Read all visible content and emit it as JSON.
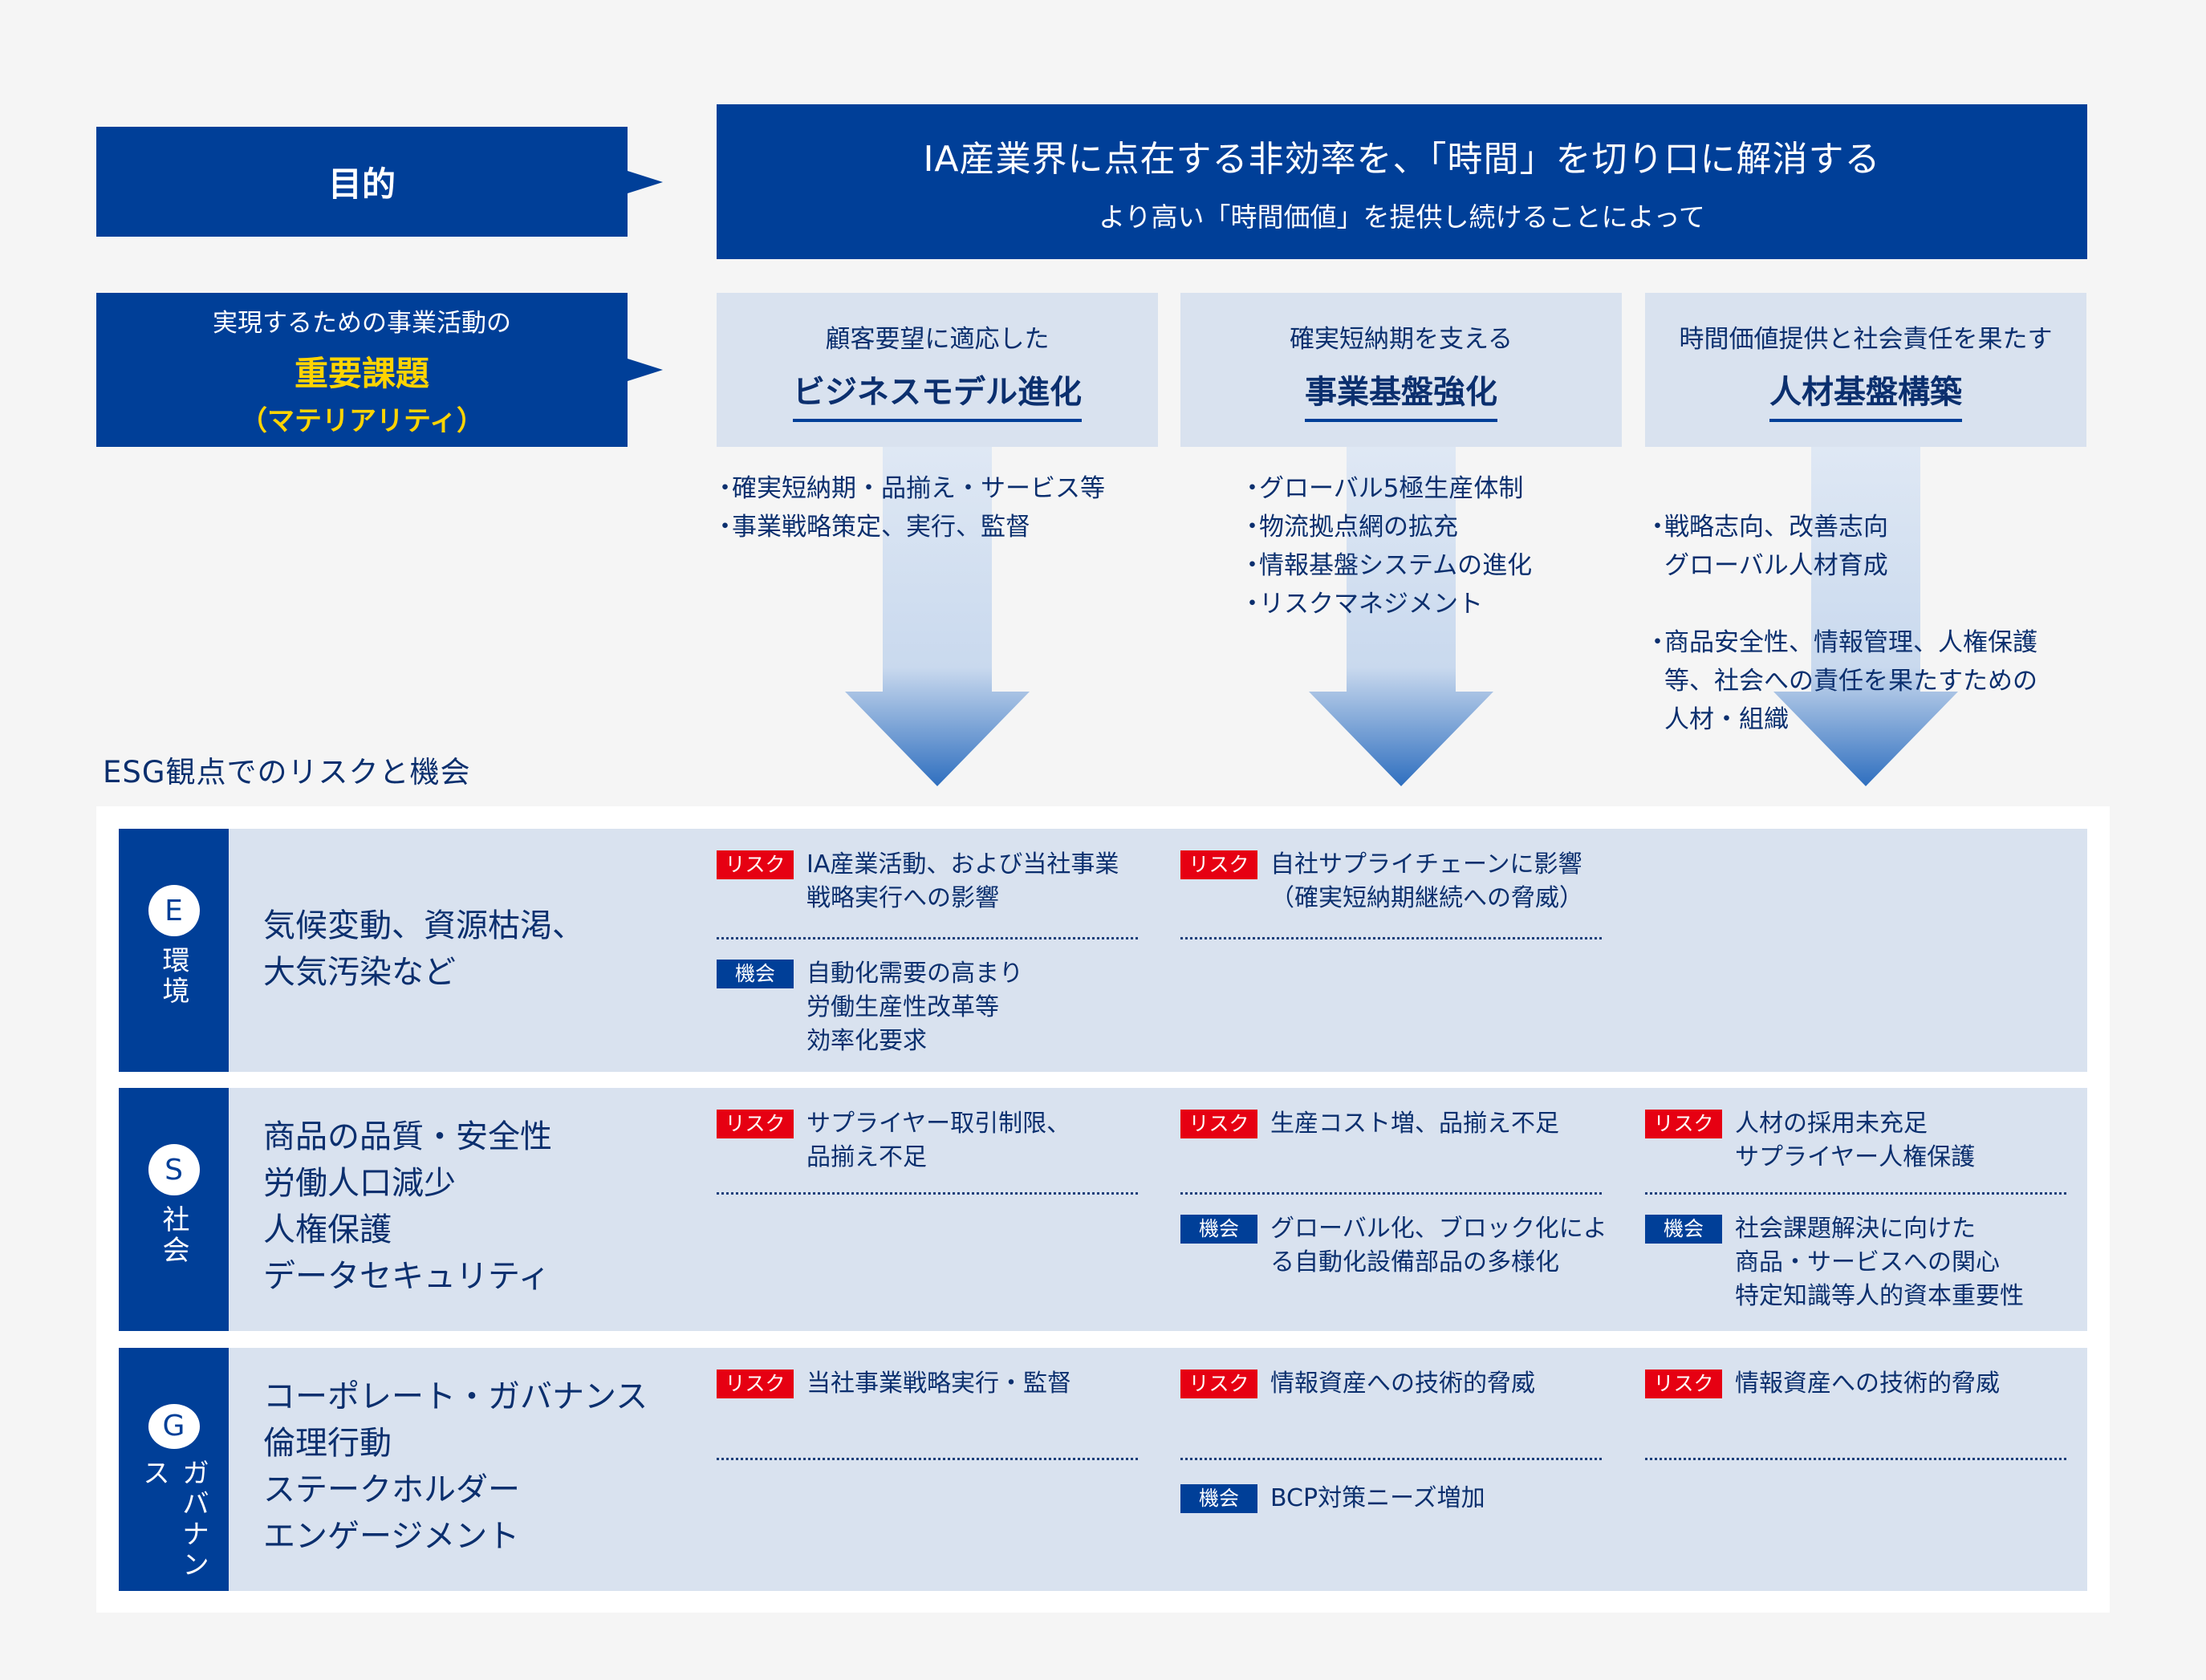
{
  "purpose": {
    "label": "目的",
    "main": "IA産業界に点在する非効率を、「時間」を切り口に解消する",
    "sub": "より高い「時間価値」を提供し続けることによって"
  },
  "materiality": {
    "label_line1": "実現するための事業活動の",
    "label_line2": "重要課題",
    "label_line3": "（マテリアリティ）",
    "columns": [
      {
        "sub": "顧客要望に適応した",
        "title": "ビジネスモデル進化",
        "bullets": [
          "確実短納期・品揃え・サービス等",
          "事業戦略策定、実行、監督"
        ]
      },
      {
        "sub": "確実短納期を支える",
        "title": "事業基盤強化",
        "bullets": [
          "グローバル5極生産体制",
          "物流拠点網の拡充",
          "情報基盤システムの進化",
          "リスクマネジメント"
        ]
      },
      {
        "sub": "時間価値提供と社会責任を果たす",
        "title": "人材基盤構築",
        "bullets": [
          "戦略志向、改善志向\nグローバル人材育成",
          "商品安全性、情報管理、人権保護\n等、社会への責任を果たすための\n人材・組織"
        ]
      }
    ]
  },
  "esg": {
    "heading": "ESG観点でのリスクと機会",
    "tags": {
      "risk": "リスク",
      "opportunity": "機会"
    },
    "colors": {
      "navy": "#003f98",
      "risk_red": "#e60012",
      "light_blue": "#d9e2ef",
      "text": "#0b2f6e"
    },
    "rows": [
      {
        "letter": "E",
        "name": "環境",
        "topics": [
          "気候変動、資源枯渇、",
          "大気汚染など"
        ],
        "col1": {
          "risk": "IA産業活動、および当社事業\n戦略実行への影響",
          "opportunity": "自動化需要の高まり\n労働生産性改革等\n効率化要求"
        },
        "col2": {
          "risk": "自社サプライチェーンに影響\n（確実短納期継続への脅威）"
        }
      },
      {
        "letter": "S",
        "name": "社会",
        "topics": [
          "商品の品質・安全性",
          "労働人口減少",
          "人権保護",
          "データセキュリティ"
        ],
        "col1": {
          "risk": "サプライヤー取引制限、\n品揃え不足"
        },
        "col2": {
          "risk": "生産コスト増、品揃え不足",
          "opportunity": "グローバル化、ブロック化によ\nる自動化設備部品の多様化"
        },
        "col3": {
          "risk": "人材の採用未充足\nサプライヤー人権保護",
          "opportunity": "社会課題解決に向けた\n商品・サービスへの関心\n特定知識等人的資本重要性"
        }
      },
      {
        "letter": "G",
        "name": "ガバナンス",
        "topics": [
          "コーポレート・ガバナンス",
          "倫理行動",
          "ステークホルダー",
          "エンゲージメント"
        ],
        "col1": {
          "risk": "当社事業戦略実行・監督"
        },
        "col2": {
          "risk": "情報資産への技術的脅威",
          "opportunity": "BCP対策ニーズ増加"
        },
        "col3": {
          "risk": "情報資産への技術的脅威"
        }
      }
    ]
  }
}
